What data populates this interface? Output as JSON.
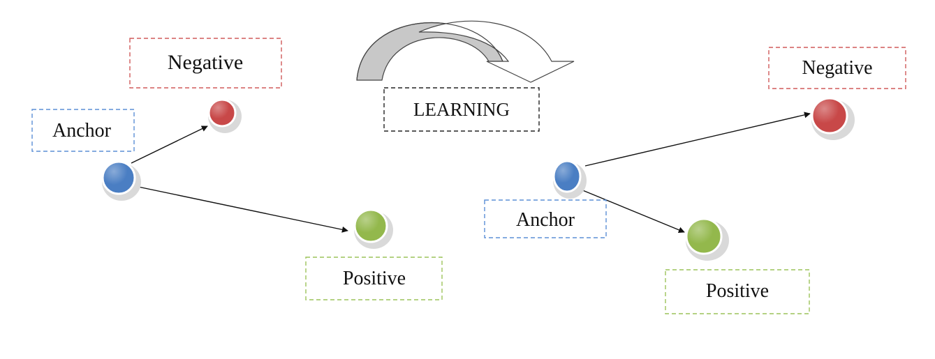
{
  "colors": {
    "anchor": "#4a7ec3",
    "negative": "#c84848",
    "positive": "#93b84c",
    "anchor_border": "#5b8fd6",
    "negative_border": "#d05a5a",
    "positive_border": "#9cc35a",
    "learning_border": "#222222",
    "learning_arrow_fill": "#c8c8c8",
    "edge": "#111111"
  },
  "before": {
    "anchor_label": "Anchor",
    "negative_label": "Negative",
    "positive_label": "Positive"
  },
  "learning": {
    "label": "LEARNING",
    "arrow_icon": "curved-arrow-icon"
  },
  "after": {
    "anchor_label": "Anchor",
    "negative_label": "Negative",
    "positive_label": "Positive"
  }
}
